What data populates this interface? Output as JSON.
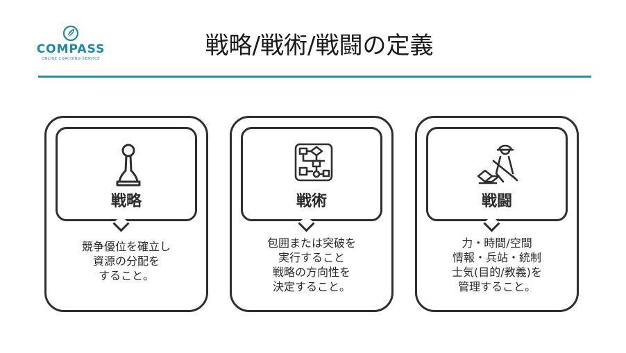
{
  "logo": {
    "name": "COMPASS",
    "tagline": "ONLINE COACHING SERVICE"
  },
  "title": "戦略/戦術/戦闘の定義",
  "cards": [
    {
      "label": "戦略",
      "icon": "chess-pawn-icon",
      "lines": [
        "競争優位を確立し",
        "資源の分配を",
        "すること。"
      ]
    },
    {
      "label": "戦術",
      "icon": "flowchart-icon",
      "lines": [
        "包囲または突破を",
        "実行すること",
        "戦略の方向性を",
        "決定すること。"
      ]
    },
    {
      "label": "戦闘",
      "icon": "soldier-icon",
      "lines": [
        "力・時間/空間",
        "情報・兵站・統制",
        "士気(目的/教義)を",
        "管理すること。"
      ]
    }
  ],
  "colors": {
    "accent": "#1f93a8",
    "outline": "#2e2e2e",
    "text": "#2a2a2a"
  }
}
